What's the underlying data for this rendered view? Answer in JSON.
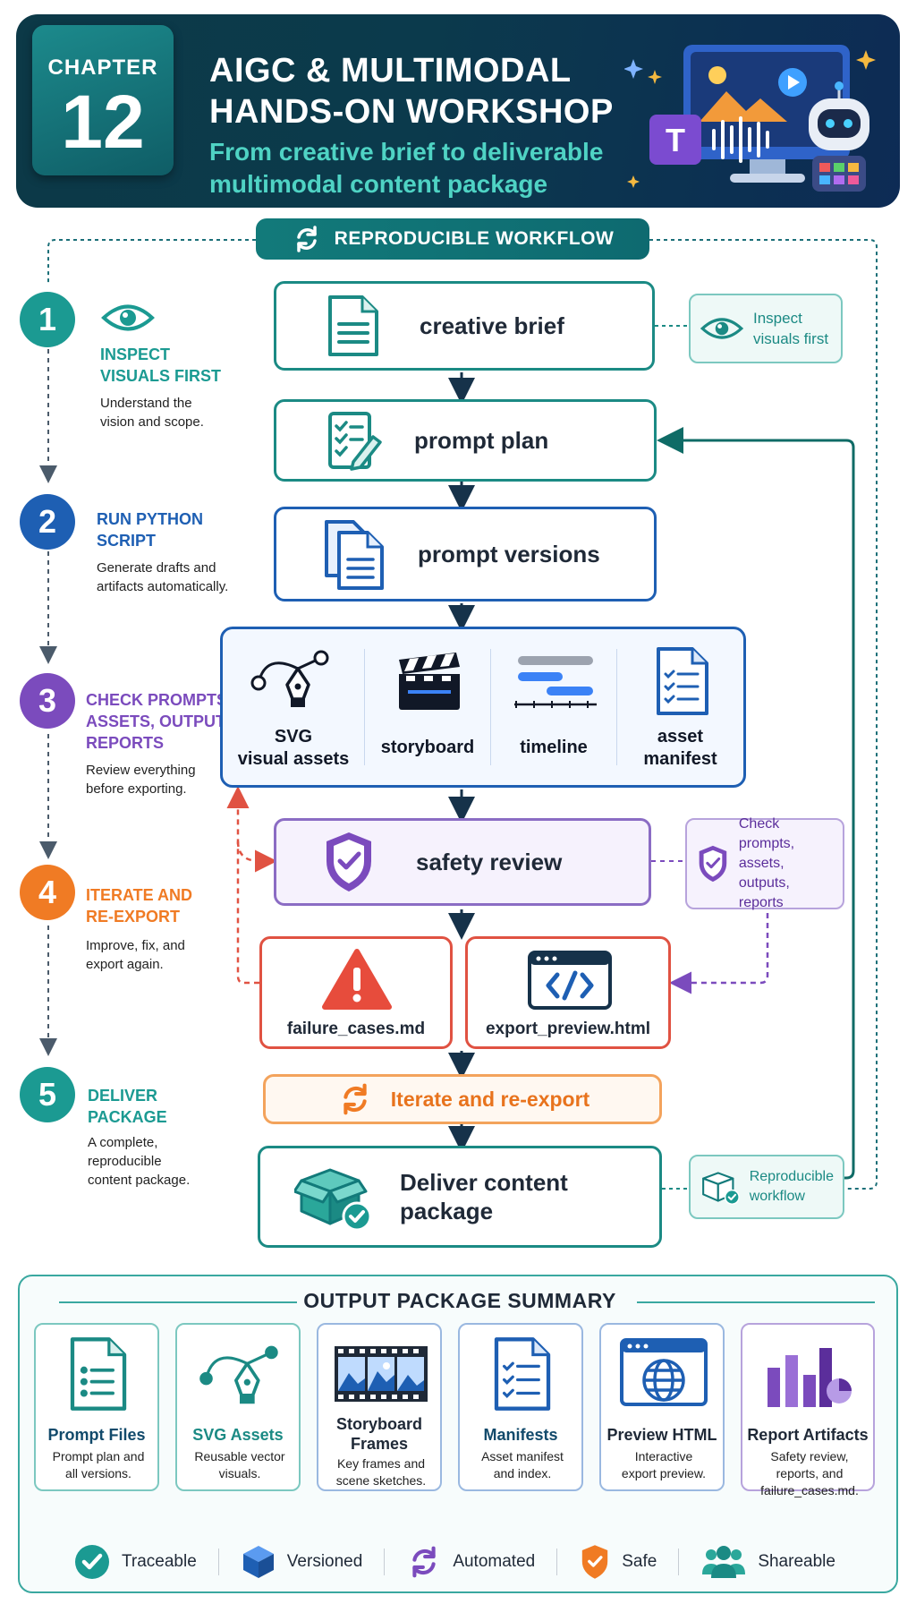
{
  "header": {
    "chapter_label": "CHAPTER",
    "chapter_number": "12",
    "title_line1": "AIGC & MULTIMODAL",
    "title_line2": "HANDS-ON WORKSHOP",
    "subtitle_line1": "From creative brief to deliverable",
    "subtitle_line2": "multimodal content package"
  },
  "workflow_banner": "REPRODUCIBLE WORKFLOW",
  "steps": [
    {
      "number": "1",
      "title_line1": "INSPECT",
      "title_line2": "VISUALS FIRST",
      "desc_line1": "Understand the",
      "desc_line2": "vision and scope.",
      "color": "#1b9a92"
    },
    {
      "number": "2",
      "title_line1": "RUN PYTHON",
      "title_line2": "SCRIPT",
      "desc_line1": "Generate drafts and",
      "desc_line2": "artifacts automatically.",
      "color": "#1e5fb3"
    },
    {
      "number": "3",
      "title_line1": "CHECK PROMPTS,",
      "title_line2": "ASSETS, OUTPUTS,",
      "title_line3": "REPORTS",
      "desc_line1": "Review everything",
      "desc_line2": "before exporting.",
      "color": "#7b4bbd"
    },
    {
      "number": "4",
      "title_line1": "ITERATE AND",
      "title_line2": "RE-EXPORT",
      "desc_line1": "Improve, fix, and",
      "desc_line2": "export again.",
      "color": "#f07b24"
    },
    {
      "number": "5",
      "title_line1": "DELIVER",
      "title_line2": "PACKAGE",
      "desc_line1": "A complete,",
      "desc_line2": "reproducible",
      "desc_line3": "content package.",
      "color": "#1b9a92"
    }
  ],
  "flow": {
    "creative_brief": "creative brief",
    "prompt_plan": "prompt plan",
    "prompt_versions": "prompt versions",
    "assets": [
      {
        "line1": "SVG",
        "line2": "visual assets"
      },
      {
        "line1": "storyboard",
        "line2": ""
      },
      {
        "line1": "timeline",
        "line2": ""
      },
      {
        "line1": "asset",
        "line2": "manifest"
      }
    ],
    "safety_review": "safety review",
    "failure_cases": "failure_cases.md",
    "export_preview": "export_preview.html",
    "iterate": "Iterate and re-export",
    "deliver_line1": "Deliver content",
    "deliver_line2": "package"
  },
  "side_notes": {
    "inspect_line1": "Inspect",
    "inspect_line2": "visuals first",
    "check_line1": "Check prompts,",
    "check_line2": "assets, outputs,",
    "check_line3": "reports",
    "repro_line1": "Reproducible",
    "repro_line2": "workflow"
  },
  "summary": {
    "title": "OUTPUT PACKAGE SUMMARY",
    "cards": [
      {
        "title_line1": "Prompt Files",
        "title_line2": "",
        "desc_line1": "Prompt plan and",
        "desc_line2": "all versions.",
        "desc_line3": "",
        "color": "#1b8a84"
      },
      {
        "title_line1": "SVG Assets",
        "title_line2": "",
        "desc_line1": "Reusable vector",
        "desc_line2": "visuals.",
        "desc_line3": "",
        "color": "#1b8a84"
      },
      {
        "title_line1": "Storyboard",
        "title_line2": "Frames",
        "desc_line1": "Key frames and",
        "desc_line2": "scene sketches.",
        "desc_line3": "",
        "color": "#1e5fb3"
      },
      {
        "title_line1": "Manifests",
        "title_line2": "",
        "desc_line1": "Asset manifest",
        "desc_line2": "and index.",
        "desc_line3": "",
        "color": "#1e5fb3"
      },
      {
        "title_line1": "Preview HTML",
        "title_line2": "",
        "desc_line1": "Interactive",
        "desc_line2": "export preview.",
        "desc_line3": "",
        "color": "#1e5fb3"
      },
      {
        "title_line1": "Report Artifacts",
        "title_line2": "",
        "desc_line1": "Safety review,",
        "desc_line2": "reports, and",
        "desc_line3": "failure_cases.md.",
        "color": "#7b4bbd"
      }
    ],
    "badges": [
      "Traceable",
      "Versioned",
      "Automated",
      "Safe",
      "Shareable"
    ]
  },
  "colors": {
    "teal": "#1b8a84",
    "blue": "#1e5fb3",
    "purple": "#7b4bbd",
    "orange": "#f07b24",
    "red": "#e05242",
    "navy": "#0b3a4c"
  },
  "icons": [
    "eye-icon",
    "document-icon",
    "checklist-pencil-icon",
    "documents-icon",
    "pen-tool-icon",
    "clapperboard-icon",
    "timeline-icon",
    "manifest-icon",
    "shield-check-icon",
    "warning-icon",
    "code-window-icon",
    "refresh-icon",
    "box-check-icon",
    "globe-icon",
    "bar-chart-icon",
    "cube-icon",
    "people-icon"
  ]
}
